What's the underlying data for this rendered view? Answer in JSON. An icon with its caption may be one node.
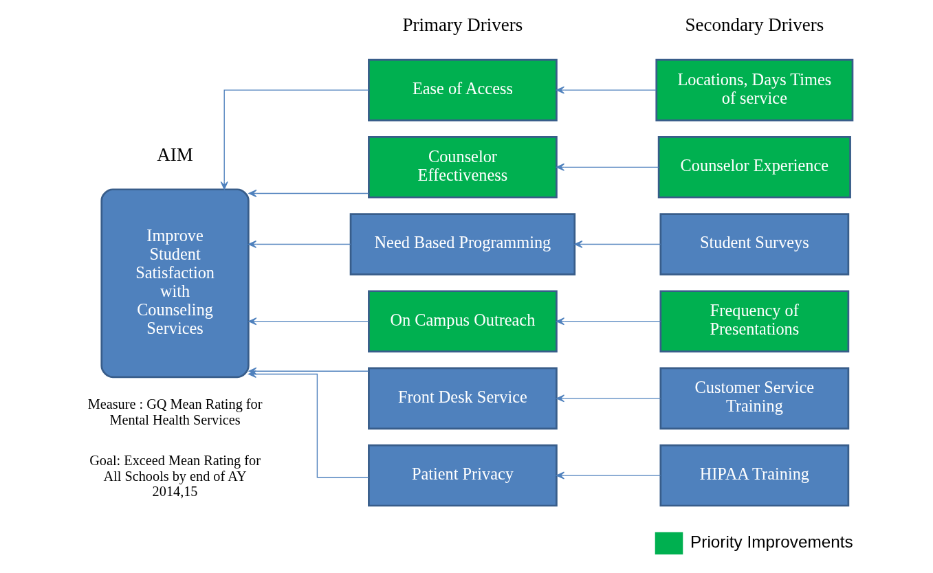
{
  "diagram": {
    "nodes": [
      {
        "text": [
          "Improve Student Satisfaction with Counseling Services"
        ]
      },
      {
        "text": [
          "Ease of Access"
        ]
      },
      {
        "text": [
          "Counselor Effectiveness"
        ]
      },
      {
        "text": [
          "Need Based Programming"
        ]
      },
      {
        "text": [
          "On Campus Outreach"
        ]
      },
      {
        "text": [
          "Front Desk Service"
        ]
      },
      {
        "text": [
          "Patient Privacy"
        ]
      },
      {
        "text": [
          "Locations, Days Times of service"
        ]
      },
      {
        "text": [
          "Counselor Experience"
        ]
      },
      {
        "text": [
          "Student Surveys"
        ]
      },
      {
        "text": [
          "Frequency of Presentations"
        ]
      },
      {
        "text": [
          "Customer Service Training"
        ]
      },
      {
        "text": [
          "HIPAA Training"
        ]
      }
    ],
    "edges": [
      {
        "from": 1,
        "to": 0,
        "arrow": "to"
      },
      {
        "from": 2,
        "to": 0,
        "arrow": "to"
      },
      {
        "from": 3,
        "to": 0,
        "arrow": "to"
      },
      {
        "from": 4,
        "to": 0,
        "arrow": "to"
      },
      {
        "from": 5,
        "to": 0,
        "arrow": "to"
      },
      {
        "from": 6,
        "to": 0,
        "arrow": "to"
      },
      {
        "from": 7,
        "to": 1,
        "arrow": "to"
      },
      {
        "from": 8,
        "to": 2,
        "arrow": "to"
      },
      {
        "from": 9,
        "to": 3,
        "arrow": "to"
      },
      {
        "from": 10,
        "to": 4,
        "arrow": "to"
      },
      {
        "from": 11,
        "to": 5,
        "arrow": "to"
      },
      {
        "from": 12,
        "to": 6,
        "arrow": "to"
      }
    ],
    "labels": [
      "Primary Drivers",
      "Secondary Drivers",
      "AIM",
      "Measure : GQ Mean Rating for Mental Health Services",
      "Goal: Exceed Mean Rating for All Schools by end of AY 2014,15"
    ],
    "legend": [
      {
        "text": "Priority Improvements",
        "color": "#00b050"
      }
    ]
  }
}
